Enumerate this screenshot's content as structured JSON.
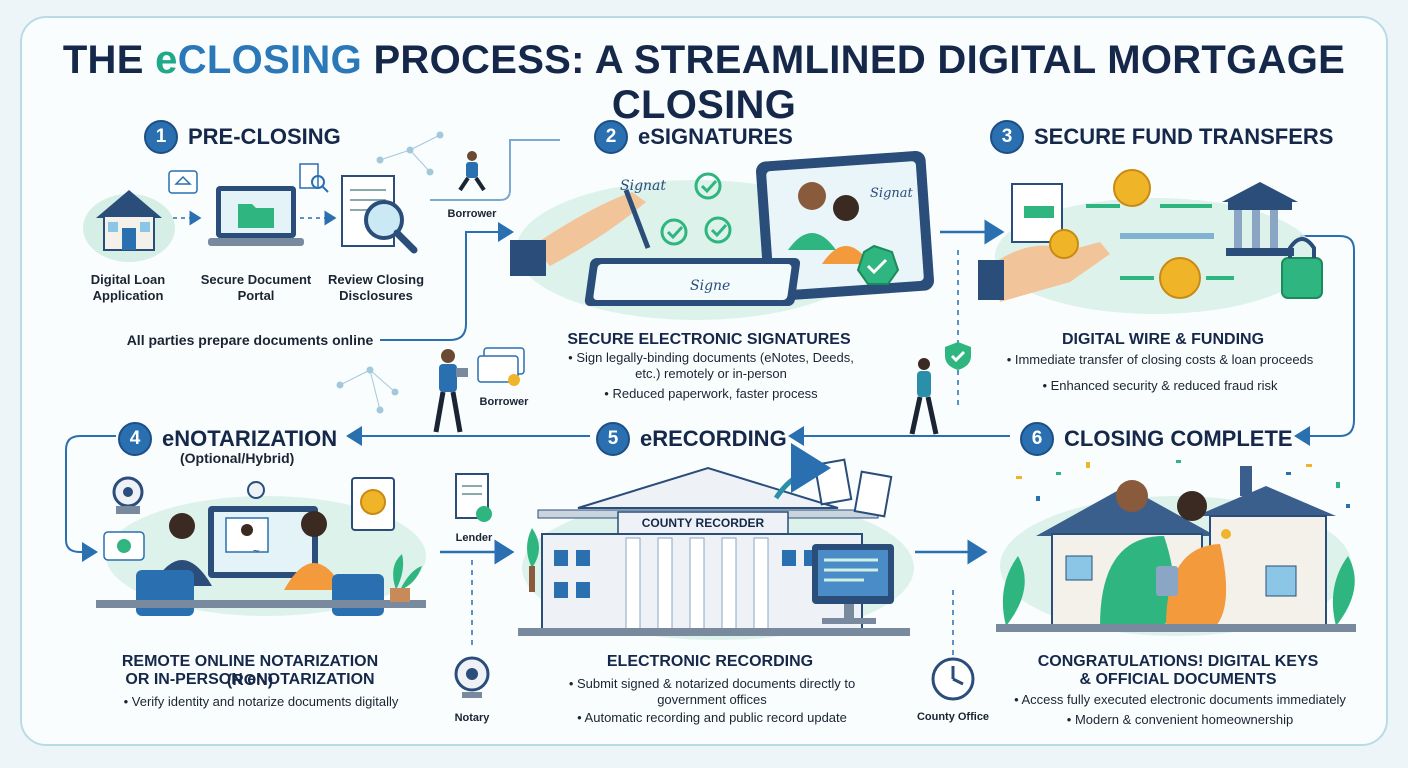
{
  "title": {
    "part1": "THE ",
    "accent1": "e",
    "accent2": "CLOSING",
    "part2": " PROCESS: A STREAMLINED DIGITAL MORTGAGE CLOSING"
  },
  "colors": {
    "navy": "#16284a",
    "blue": "#2a6fb0",
    "teal": "#1fa88a",
    "green": "#3cb878",
    "mint": "#cfeee4",
    "gold": "#f0b429"
  },
  "steps": [
    {
      "num": "1",
      "title": "PRE-CLOSING"
    },
    {
      "num": "2",
      "title": "eSIGNATURES"
    },
    {
      "num": "3",
      "title": "SECURE FUND TRANSFERS"
    },
    {
      "num": "4",
      "title": "eNOTARIZATION",
      "subtitle": "(Optional/Hybrid)"
    },
    {
      "num": "5",
      "title": "eRECORDING"
    },
    {
      "num": "6",
      "title": "CLOSING COMPLETE"
    }
  ],
  "preclosing": {
    "items": [
      "Digital Loan Application",
      "Secure Document Portal",
      "Review Closing Disclosures"
    ],
    "caption": "All parties prepare documents online"
  },
  "esign": {
    "heading": "SECURE ELECTRONIC SIGNATURES",
    "bullets": [
      "• Sign legally-binding documents (eNotes, Deeds, etc.) remotely or in-person",
      "• Reduced paperwork, faster process"
    ],
    "sig_text": [
      "Signat",
      "Signat",
      "Signe"
    ]
  },
  "funds": {
    "heading": "DIGITAL WIRE & FUNDING",
    "bullets": [
      "• Immediate transfer of closing costs & loan proceeds",
      "• Enhanced security & reduced fraud risk"
    ]
  },
  "enotary": {
    "heading_lines": [
      "REMOTE ONLINE NOTARIZATION (RON)",
      "OR IN-PERSON eNOTARIZATION"
    ],
    "bullets": [
      "• Verify identity and notarize documents digitally"
    ]
  },
  "erecord": {
    "building_sign": "COUNTY RECORDER",
    "heading": "ELECTRONIC RECORDING",
    "bullets": [
      "• Submit signed & notarized documents directly to government offices",
      "• Automatic recording and public record update"
    ]
  },
  "complete": {
    "heading_lines": [
      "CONGRATULATIONS! DIGITAL KEYS",
      "& OFFICIAL DOCUMENTS"
    ],
    "bullets": [
      "• Access fully executed electronic documents immediately",
      "• Modern & convenient homeownership"
    ]
  },
  "actors": {
    "borrower_top": "Borrower",
    "borrower_mid": "Borrower",
    "lender": "Lender",
    "notary": "Notary",
    "county": "County Office"
  }
}
